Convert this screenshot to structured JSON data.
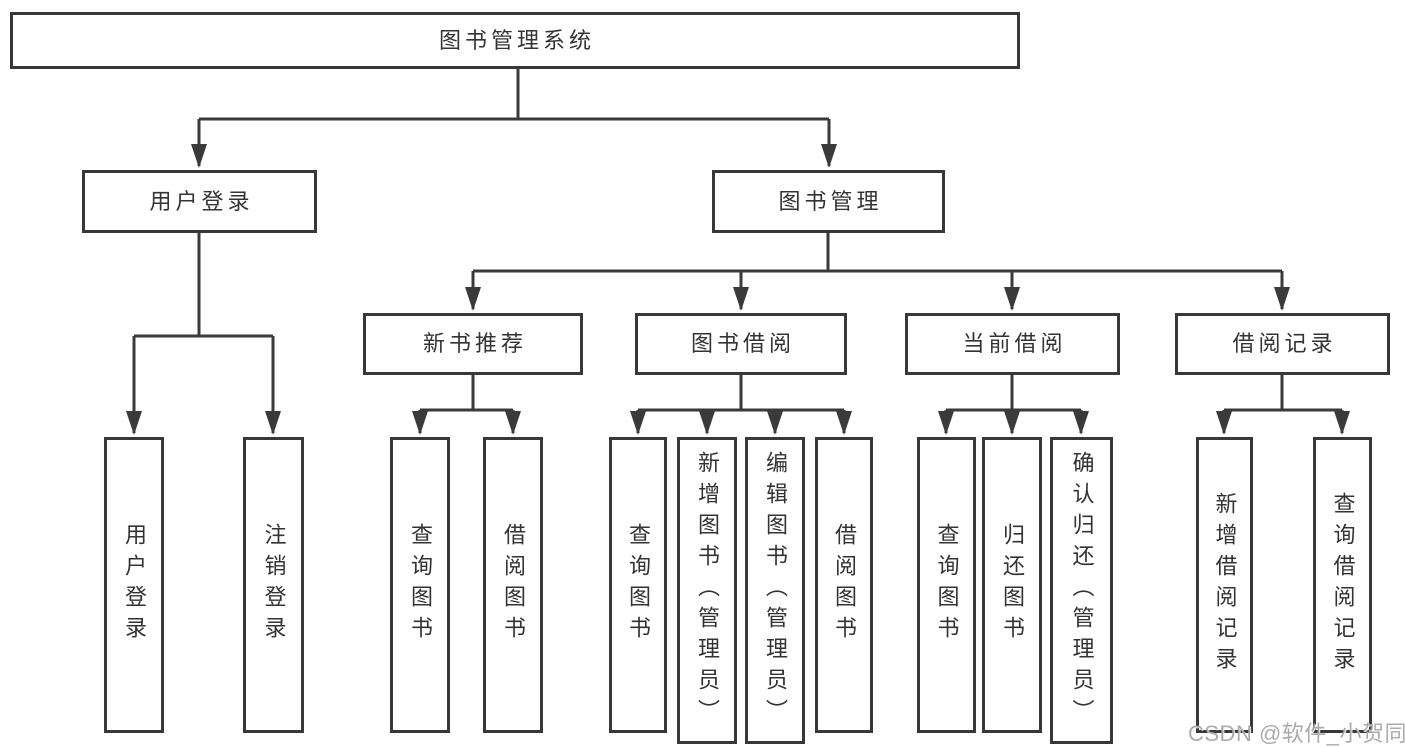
{
  "diagram": {
    "title": "图书管理系统",
    "line_color": "#3a3a3a",
    "border_color": "#383838",
    "text_color": "#333333",
    "background_color": "#ffffff"
  },
  "nodes": {
    "root": {
      "label": "图书管理系统"
    },
    "user_login": {
      "label": "用户登录"
    },
    "book_mgmt": {
      "label": "图书管理"
    },
    "leaf_user_login": {
      "label": "用户登录"
    },
    "leaf_logout": {
      "label": "注销登录"
    },
    "new_book_rec": {
      "label": "新书推荐"
    },
    "book_borrow": {
      "label": "图书借阅"
    },
    "current_borrow": {
      "label": "当前借阅"
    },
    "borrow_records": {
      "label": "借阅记录"
    },
    "nbr_query": {
      "label": "查询图书"
    },
    "nbr_borrow": {
      "label": "借阅图书"
    },
    "bb_query": {
      "label": "查询图书"
    },
    "bb_add": {
      "label": "新增图书（管理员）"
    },
    "bb_edit": {
      "label": "编辑图书（管理员）"
    },
    "bb_borrow": {
      "label": "借阅图书"
    },
    "cb_query": {
      "label": "查询图书"
    },
    "cb_return": {
      "label": "归还图书"
    },
    "cb_confirm": {
      "label": "确认归还（管理员）"
    },
    "br_add": {
      "label": "新增借阅记录"
    },
    "br_query": {
      "label": "查询借阅记录"
    }
  },
  "watermark": {
    "text": "CSDN @软件_小贺同学"
  }
}
